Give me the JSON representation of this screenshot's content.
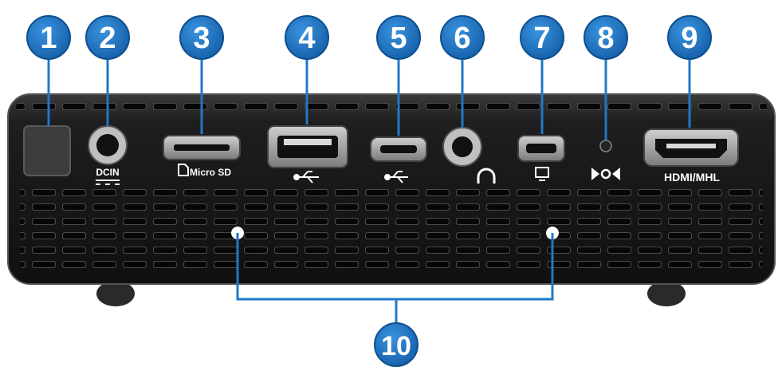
{
  "colors": {
    "callout": "#1f78c8",
    "callout_ring": "#0d4f8f",
    "body": "#1a1a1a",
    "leader": "#1f78c8"
  },
  "callouts": [
    {
      "number": "1",
      "part": "power-button"
    },
    {
      "number": "2",
      "part": "dc-in-port"
    },
    {
      "number": "3",
      "part": "micro-sd-slot"
    },
    {
      "number": "4",
      "part": "usb-port"
    },
    {
      "number": "5",
      "part": "micro-usb-port"
    },
    {
      "number": "6",
      "part": "headphone-jack"
    },
    {
      "number": "7",
      "part": "mini-display-port"
    },
    {
      "number": "8",
      "part": "ir-receiver"
    },
    {
      "number": "9",
      "part": "hdmi-mhl-port"
    },
    {
      "number": "10",
      "part": "speakers"
    }
  ],
  "port_labels": {
    "dcin": "DCIN",
    "microsd": "Micro SD",
    "hdmi": "HDMI/MHL"
  },
  "icons": [
    "usb-icon",
    "usb-icon",
    "headphone-icon",
    "display-icon",
    "ir-sensor-icon",
    "sd-card-icon",
    "dc-symbol-icon"
  ]
}
